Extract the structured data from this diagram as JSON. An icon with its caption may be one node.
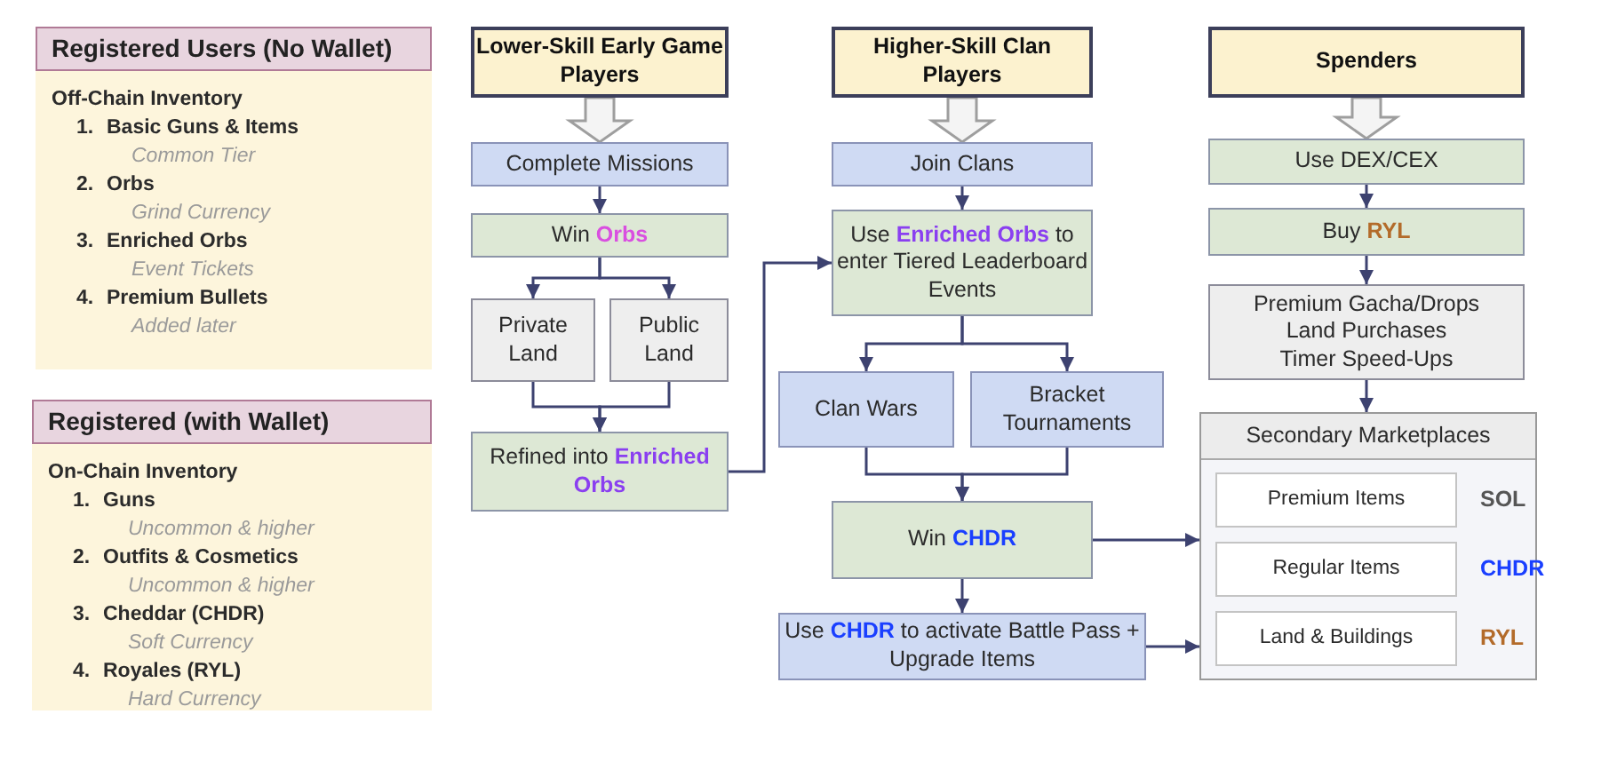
{
  "diagram": {
    "nodes": [
      {
        "text": [
          "Off-Chain Inventory",
          "1.",
          "Basic Guns & Items",
          "Common Tier",
          "2.",
          "Orbs",
          "Grind Currency",
          "3.",
          "Enriched Orbs",
          "Event Tickets",
          "4.",
          "Premium Bullets",
          "Added later"
        ]
      },
      {
        "text": [
          "Registered Users (No Wallet)"
        ],
        "in": 0
      },
      {
        "text": [
          "On-Chain Inventory",
          "1.",
          "Guns",
          "Uncommon & higher",
          "2.",
          "Outfits & Cosmetics",
          "Uncommon & higher",
          "3.",
          "Cheddar (CHDR)",
          "Soft Currency",
          "4.",
          "Royales (RYL)",
          "Hard Currency"
        ]
      },
      {
        "text": [
          "Registered (with Wallet)"
        ],
        "in": 2
      },
      {
        "text": [
          "Lower-Skill Early Game Players"
        ]
      },
      {
        "text": [
          "Complete Missions"
        ]
      },
      {
        "text": [
          "Win **Orbs**"
        ]
      },
      {
        "text": [
          "Private Land"
        ]
      },
      {
        "text": [
          "Public Land"
        ]
      },
      {
        "text": [
          "Refined into **Enriched Orbs**"
        ]
      },
      {
        "text": [
          "Higher-Skill Clan Players"
        ]
      },
      {
        "text": [
          "Join Clans"
        ]
      },
      {
        "text": [
          "Use **Enriched Orbs** to enter Tiered Leaderboard Events"
        ]
      },
      {
        "text": [
          "Clan Wars"
        ]
      },
      {
        "text": [
          "Bracket Tournaments"
        ]
      },
      {
        "text": [
          "Win **CHDR**"
        ]
      },
      {
        "text": [
          "Use **CHDR** to activate Battle Pass + Upgrade Items"
        ]
      },
      {
        "text": [
          "Spenders"
        ]
      },
      {
        "text": [
          "Use DEX/CEX"
        ]
      },
      {
        "text": [
          "Buy **RYL**"
        ]
      },
      {
        "text": [
          "Premium Gacha/Drops",
          "Land Purchases",
          "Timer Speed-Ups"
        ]
      },
      {
        "text": [
          "Secondary Marketplaces"
        ]
      },
      {
        "text": [
          "Premium Items"
        ],
        "in": 21,
        "beside": [
          "SOL"
        ]
      },
      {
        "text": [
          "Regular Items"
        ],
        "in": 21,
        "beside": [
          "CHDR"
        ]
      },
      {
        "text": [
          "Land & Buildings"
        ],
        "in": 21,
        "beside": [
          "RYL"
        ]
      }
    ],
    "edges": [
      {
        "from": 4,
        "to": 5,
        "arrow": "to",
        "style": "thick",
        "color": "#9e9e9e"
      },
      {
        "from": 5,
        "to": 6,
        "arrow": "to"
      },
      {
        "from": 6,
        "to": 7,
        "arrow": "to"
      },
      {
        "from": 6,
        "to": 8,
        "arrow": "to"
      },
      {
        "from": 7,
        "to": 9,
        "arrow": "to"
      },
      {
        "from": 8,
        "to": 9,
        "arrow": "to"
      },
      {
        "from": 9,
        "to": 12,
        "arrow": "to"
      },
      {
        "from": 10,
        "to": 11,
        "arrow": "to",
        "style": "thick",
        "color": "#9e9e9e"
      },
      {
        "from": 11,
        "to": 12,
        "arrow": "to"
      },
      {
        "from": 12,
        "to": 13,
        "arrow": "to"
      },
      {
        "from": 12,
        "to": 14,
        "arrow": "to"
      },
      {
        "from": 13,
        "to": 15,
        "arrow": "to"
      },
      {
        "from": 14,
        "to": 15,
        "arrow": "to"
      },
      {
        "from": 15,
        "to": 16,
        "arrow": "to"
      },
      {
        "from": 15,
        "to": 21,
        "arrow": "to"
      },
      {
        "from": 16,
        "to": 21,
        "arrow": "to"
      },
      {
        "from": 17,
        "to": 18,
        "arrow": "to",
        "style": "thick",
        "color": "#9e9e9e"
      },
      {
        "from": 18,
        "to": 19,
        "arrow": "to"
      },
      {
        "from": 19,
        "to": 20,
        "arrow": "to"
      },
      {
        "from": 20,
        "to": 21,
        "arrow": "to"
      }
    ]
  }
}
